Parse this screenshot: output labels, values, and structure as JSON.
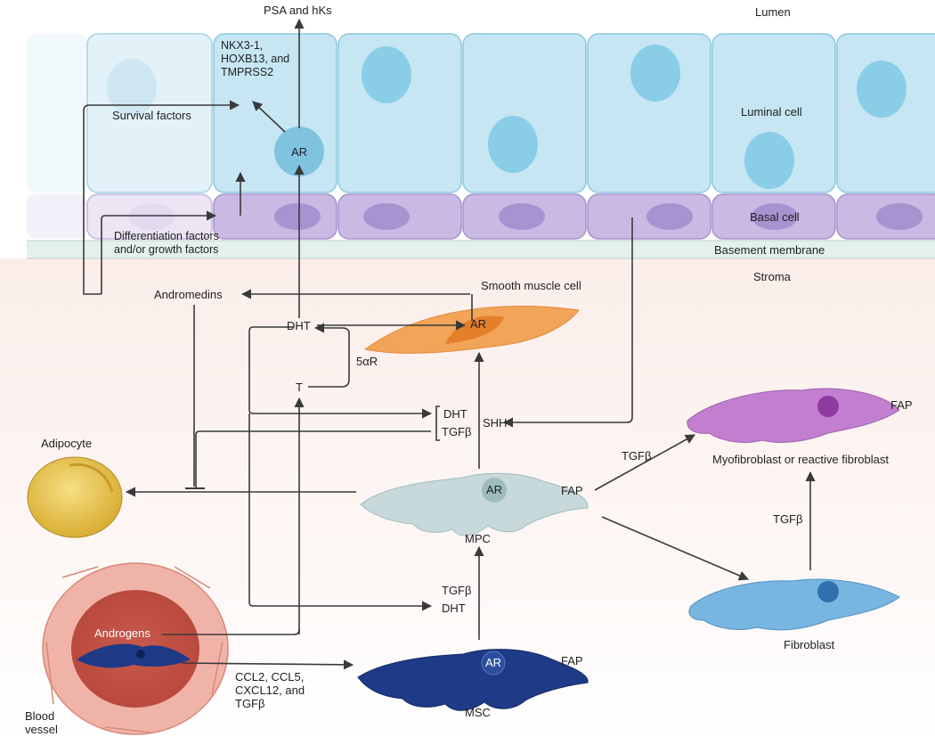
{
  "labels": {
    "psa": "PSA and hKs",
    "lumen": "Lumen",
    "nkx": "NKX3-1, HOXB13, and TMPRSS2",
    "survival": "Survival factors",
    "ar_luminal": "AR",
    "luminal_cell": "Luminal cell",
    "differentiation": "Differentiation factors and/or growth factors",
    "basal_cell": "Basal cell",
    "basement_membrane": "Basement membrane",
    "stroma": "Stroma",
    "smooth_muscle": "Smooth muscle cell",
    "andromedins": "Andromedins",
    "dht_top": "DHT",
    "ar_smooth": "AR",
    "five_alpha_r": "5αR",
    "t": "T",
    "dht_mid": "DHT",
    "tgfb_mid": "TGFβ",
    "shh": "SHH",
    "adipocyte": "Adipocyte",
    "fap_myo": "FAP",
    "tgfb_to_myo": "TGFβ",
    "myofibroblast": "Myofibroblast or reactive fibroblast",
    "ar_mpc": "AR",
    "fap_mpc": "FAP",
    "mpc": "MPC",
    "tgfb_fibro": "TGFβ",
    "tgfb_low": "TGFβ",
    "dht_low": "DHT",
    "fibroblast": "Fibroblast",
    "androgens": "Androgens",
    "chemokines": "CCL2, CCL5, CXCL12, and TGFβ",
    "ar_msc": "AR",
    "fap_msc": "FAP",
    "msc": "MSC",
    "blood_vessel": "Blood vessel"
  },
  "colors": {
    "luminal": "#cfe9f4",
    "luminal_dark": "#8fcde4",
    "basal": "#c7b7e0",
    "basal_nucleus": "#9c86c8",
    "smooth_muscle": "#f4a95a",
    "mpc": "#c9dadb",
    "myofibroblast": "#c486cf",
    "fibroblast": "#6aaed9",
    "msc": "#1f3a86",
    "adipocyte": "#e8c34a",
    "vessel": "#e99a8c",
    "arrow": "#3a3a3a"
  }
}
